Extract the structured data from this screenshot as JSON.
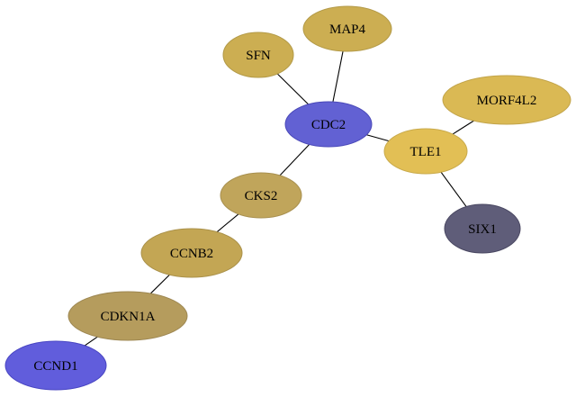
{
  "nodes": [
    {
      "id": "MAP4",
      "label": "MAP4",
      "fill": "#ccae52",
      "stroke": "#b39a48"
    },
    {
      "id": "SFN",
      "label": "SFN",
      "fill": "#ccae52",
      "stroke": "#b39a48"
    },
    {
      "id": "CDC2",
      "label": "CDC2",
      "fill": "#6261d3",
      "stroke": "#4a49b8"
    },
    {
      "id": "MORF4L2",
      "label": "MORF4L2",
      "fill": "#dab954",
      "stroke": "#c2a44a"
    },
    {
      "id": "TLE1",
      "label": "TLE1",
      "fill": "#e2bf55",
      "stroke": "#c9aa4b"
    },
    {
      "id": "CKS2",
      "label": "CKS2",
      "fill": "#c0a55b",
      "stroke": "#a89050"
    },
    {
      "id": "SIX1",
      "label": "SIX1",
      "fill": "#5f5d79",
      "stroke": "#4a4862"
    },
    {
      "id": "CCNB2",
      "label": "CCNB2",
      "fill": "#c3a654",
      "stroke": "#aa914a"
    },
    {
      "id": "CDKN1A",
      "label": "CDKN1A",
      "fill": "#b59c5d",
      "stroke": "#9d8752"
    },
    {
      "id": "CCND1",
      "label": "CCND1",
      "fill": "#615ddc",
      "stroke": "#4845c2"
    }
  ],
  "edges": [
    [
      "SFN",
      "CDC2"
    ],
    [
      "MAP4",
      "CDC2"
    ],
    [
      "CDC2",
      "TLE1"
    ],
    [
      "TLE1",
      "MORF4L2"
    ],
    [
      "TLE1",
      "SIX1"
    ],
    [
      "CDC2",
      "CKS2"
    ],
    [
      "CKS2",
      "CCNB2"
    ],
    [
      "CCNB2",
      "CDKN1A"
    ],
    [
      "CDKN1A",
      "CCND1"
    ]
  ]
}
